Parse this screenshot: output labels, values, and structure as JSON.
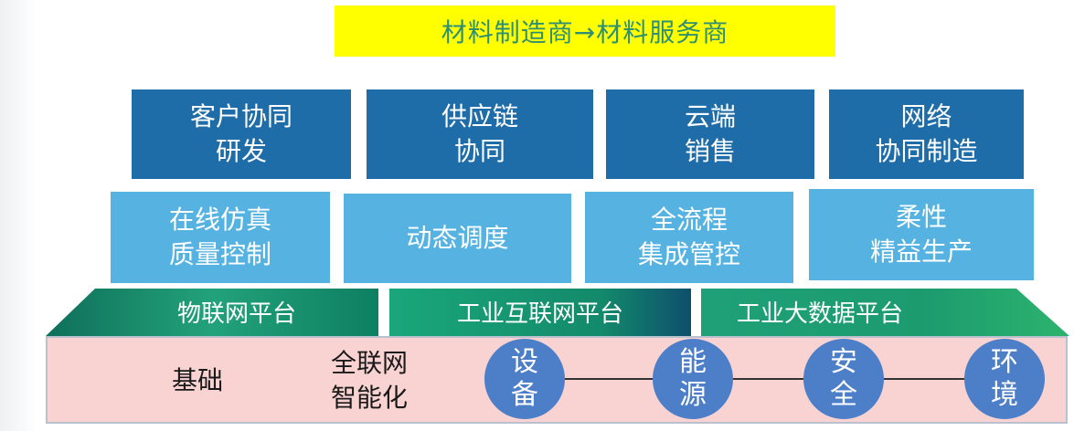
{
  "title": "材料制造商→材料服务商",
  "top_row": [
    {
      "line1": "客户协同",
      "line2": "研发"
    },
    {
      "line1": "供应链",
      "line2": "协同"
    },
    {
      "line1": "云端",
      "line2": "销售"
    },
    {
      "line1": "网络",
      "line2": "协同制造"
    }
  ],
  "middle_row": [
    {
      "line1": "在线仿真",
      "line2": "质量控制"
    },
    {
      "line1": "动态调度",
      "line2": ""
    },
    {
      "line1": "全流程",
      "line2": "集成管控"
    },
    {
      "line1": "柔性",
      "line2": "精益生产"
    }
  ],
  "platforms": [
    "物联网平台",
    "工业互联网平台",
    "工业大数据平台"
  ],
  "foundation": {
    "label": "基础",
    "sublabel_line1": "全联网",
    "sublabel_line2": "智能化",
    "elements": [
      {
        "char1": "设",
        "char2": "备"
      },
      {
        "char1": "能",
        "char2": "源"
      },
      {
        "char1": "安",
        "char2": "全"
      },
      {
        "char1": "环",
        "char2": "境"
      }
    ]
  },
  "colors": {
    "title_bg": "#ffff00",
    "title_text": "#2f8f73",
    "top_box": "#1f6da8",
    "middle_box": "#56b3e1",
    "platform_green": "#1f9e6e",
    "foundation_bg": "#f9d3d2",
    "circle": "#4d7fc9"
  }
}
